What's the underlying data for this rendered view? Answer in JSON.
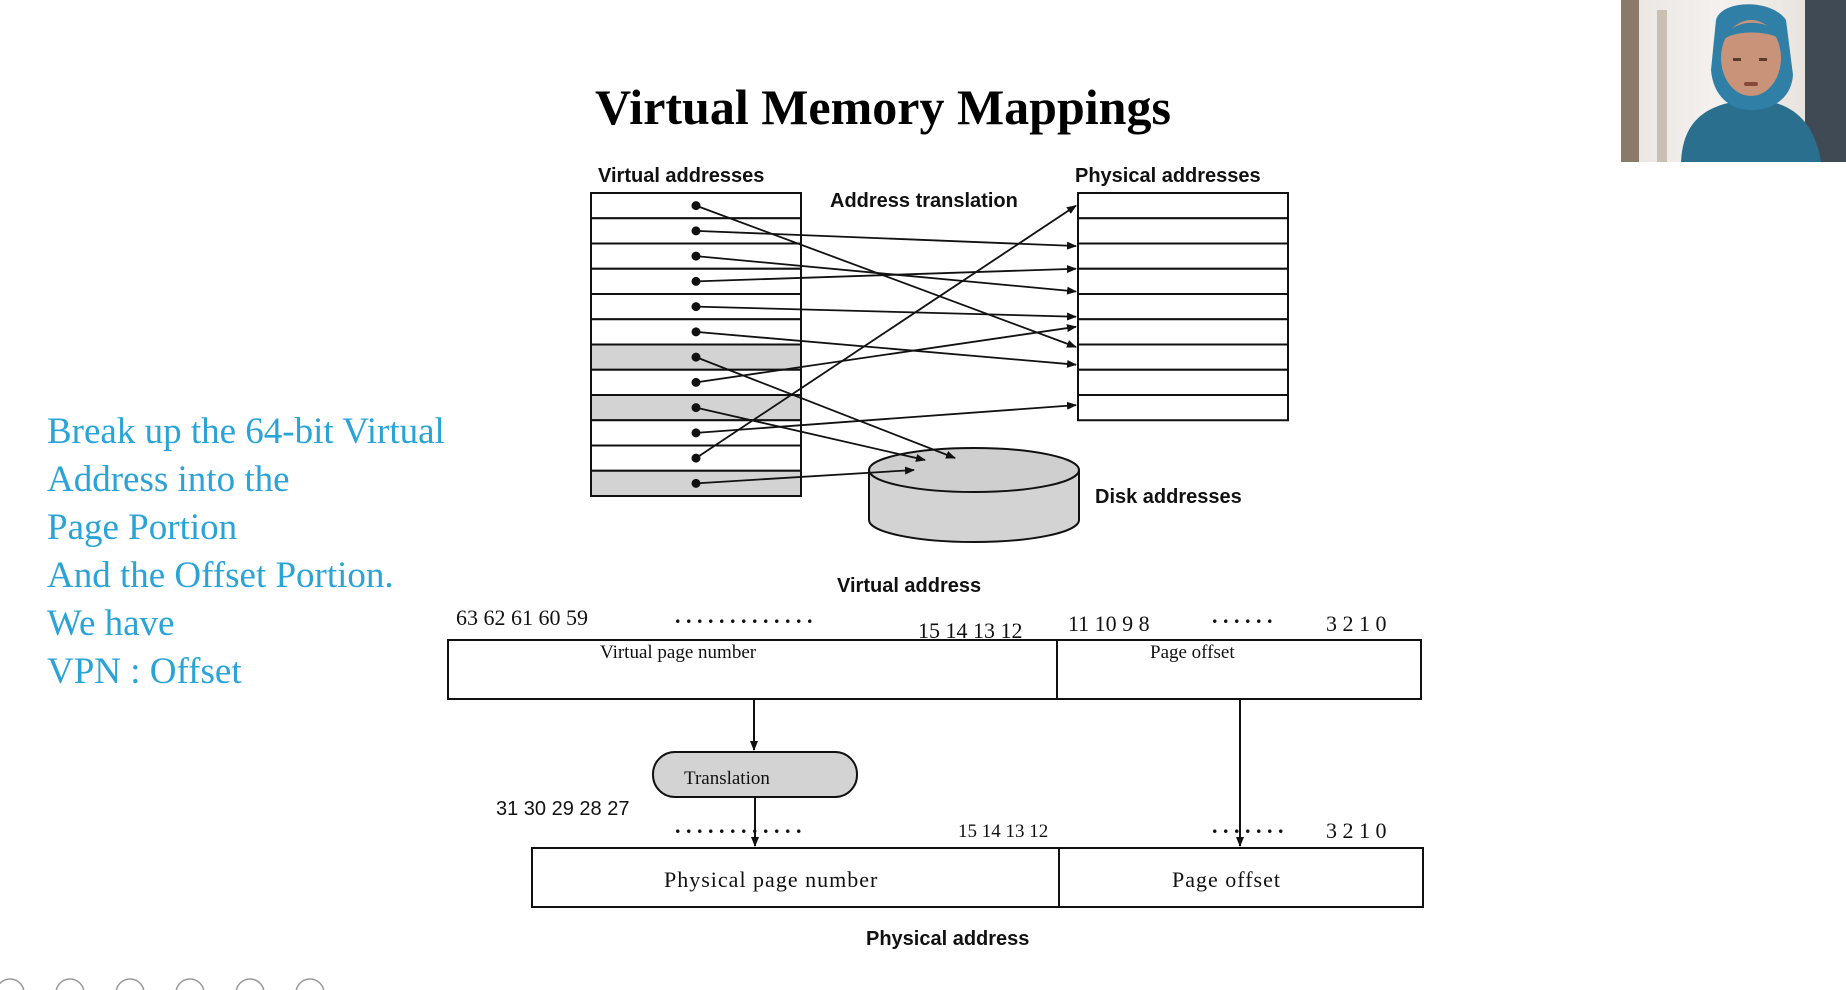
{
  "slide": {
    "title": "Virtual Memory Mappings",
    "side_text": [
      "Break up the 64-bit Virtual",
      "Address into the",
      "Page Portion",
      "And the Offset Portion.",
      "We have",
      "VPN : Offset"
    ]
  },
  "mapping_diagram": {
    "virtual_label": "Virtual addresses",
    "translation_label": "Address translation",
    "physical_label": "Physical addresses",
    "disk_label": "Disk addresses"
  },
  "address_format": {
    "virtual_address_label": "Virtual address",
    "virtual_bits_high": "63 62 61 60 59",
    "virtual_dots": ". . . . . . . . . . . . .",
    "virtual_bits_mid": "15 14 13 12",
    "virtual_bits_offset_high": "11 10 9 8",
    "virtual_offset_dots": ". . . . . .",
    "virtual_bits_low": "3 2 1 0",
    "vpn_label": "Virtual page number",
    "page_offset_label": "Page offset",
    "translation_label": "Translation",
    "physical_bits_high": "31 30 29 28 27",
    "physical_dots": ". . . . . . . . . . . .",
    "physical_bits_mid": "15 14 13 12",
    "physical_offset_dots": ". . . . . . .",
    "physical_bits_low": "3 2 1 0",
    "ppn_label": "Physical page number",
    "physical_offset_label": "Page offset",
    "physical_address_label": "Physical address"
  }
}
